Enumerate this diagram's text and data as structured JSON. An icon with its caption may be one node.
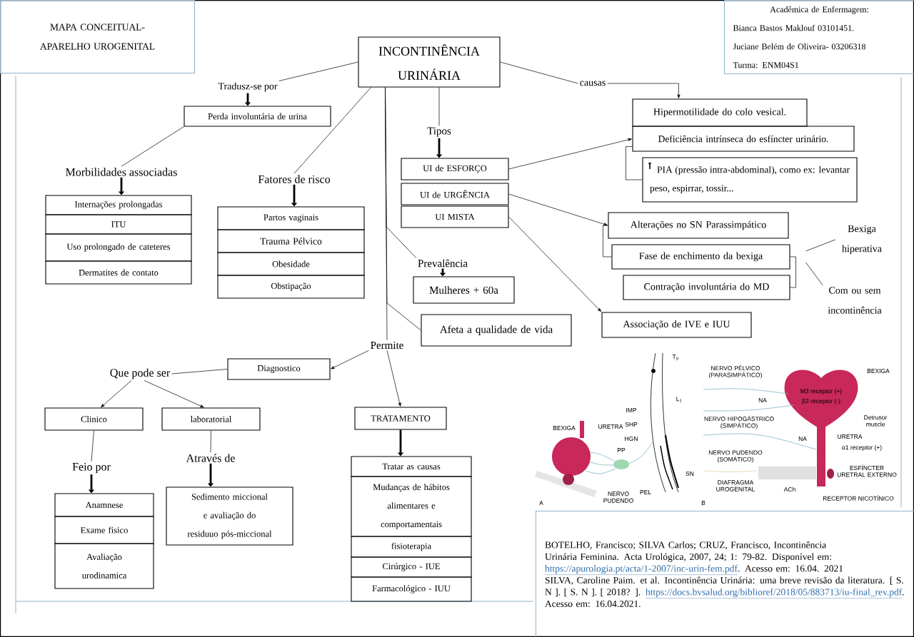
{
  "diagram": {
    "nodes": [
      {
        "text": [
          "MAPA CONCEITUAL- APARELHO UROGENITAL"
        ]
      },
      {
        "text": [
          "Acadêmica de Enfermagem:",
          "Bianca Bastos Maklouf 03101451.",
          "Juciane Belém de Oliveira- 03206318",
          "Turma: ENM04S1"
        ]
      },
      {
        "text": [
          "INCONTINÊNCIA URINÁRIA"
        ]
      },
      {
        "text": [
          "Tradusz-se por"
        ]
      },
      {
        "text": [
          "Perda involuntária de urina"
        ]
      },
      {
        "text": [
          "Morbilidades associadas"
        ]
      },
      {
        "text": [
          "Internações prolongadas"
        ]
      },
      {
        "text": [
          "ITU"
        ]
      },
      {
        "text": [
          "Uso prolongado de cateteres"
        ]
      },
      {
        "text": [
          "Dermatites de contato"
        ]
      },
      {
        "text": [
          "Fatores de risco"
        ]
      },
      {
        "text": [
          "Partos vaginais"
        ]
      },
      {
        "text": [
          "Trauma Pélvico"
        ]
      },
      {
        "text": [
          "Obesidade"
        ]
      },
      {
        "text": [
          "Obstipação"
        ]
      },
      {
        "text": [
          "Tipos"
        ]
      },
      {
        "text": [
          "UI de ESFORÇO"
        ]
      },
      {
        "text": [
          "UI de URGÊNCIA"
        ]
      },
      {
        "text": [
          "UI MISTA"
        ]
      },
      {
        "text": [
          "causas"
        ]
      },
      {
        "text": [
          "Hipermotilidade do colo vesical."
        ]
      },
      {
        "text": [
          "Deficiência intrínseca do esfíncter urinário."
        ]
      },
      {
        "text": [
          "PIA (pressão intra-abdominal), como ex: levantar peso, espirrar, tossir..."
        ]
      },
      {
        "text": [
          "Alterações no SN Parassimpático"
        ]
      },
      {
        "text": [
          "Fase de enchimento da bexiga"
        ]
      },
      {
        "text": [
          "Contração involuntária do MD"
        ]
      },
      {
        "text": [
          "Associação de IVE e IUU"
        ]
      },
      {
        "text": [
          "Bexiga hiperativa"
        ]
      },
      {
        "text": [
          "Com ou sem incontinência"
        ]
      },
      {
        "text": [
          "Prevalência"
        ]
      },
      {
        "text": [
          "Mulheres + 60a"
        ]
      },
      {
        "text": [
          "Afeta a qualidade de vida"
        ]
      },
      {
        "text": [
          "Permite"
        ]
      },
      {
        "text": [
          "Diagnostico"
        ]
      },
      {
        "text": [
          "Que pode ser"
        ]
      },
      {
        "text": [
          "Clinico"
        ]
      },
      {
        "text": [
          "laboratorial"
        ]
      },
      {
        "text": [
          "Feio por"
        ]
      },
      {
        "text": [
          "Anamnese"
        ]
      },
      {
        "text": [
          "Exame físico"
        ]
      },
      {
        "text": [
          "Avaliação urodinamica"
        ]
      },
      {
        "text": [
          "Através de"
        ]
      },
      {
        "text": [
          "Sedimento miccional e avaliação do residuuo pós-miccional"
        ]
      },
      {
        "text": [
          "TRATAMENTO"
        ]
      },
      {
        "text": [
          "Tratar as causas"
        ]
      },
      {
        "text": [
          "Mudanças de hábitos alimentares e comportamentais"
        ]
      },
      {
        "text": [
          "fisioterapia"
        ]
      },
      {
        "text": [
          "Cirúrgico - IUE"
        ]
      },
      {
        "text": [
          "Farmacológico - IUU"
        ]
      },
      {
        "text": [
          "BOTELHO, Francisco; SILVA Carlos; CRUZ, Francisco, Incontinência Urinária Feminina. Acta Urológica, 2007, 24; 1: 79-82. Disponível em:",
          "https://apurologia.pt/acta/1-2007/inc-urin-fem.pdf",
          ". Acesso em: 16.04. 2021",
          "SILVA, Caroline Paim. et al. Incontinência Urinária: uma breve revisão da literatura. [ S. N ]. [ S. N ]. [ 2018? ].",
          "https://docs.bvsalud.org/biblioref/2018/05/883713/iu-final_rev.pdf",
          ". Acesso em: 16.04.2021."
        ]
      }
    ],
    "edges": [
      {
        "from": 2,
        "to": 3,
        "arrow": "none"
      },
      {
        "from": 3,
        "to": 4,
        "arrow": "to",
        "style": "thick"
      },
      {
        "from": 4,
        "to": 5,
        "arrow": "none"
      },
      {
        "from": 5,
        "to": 6,
        "arrow": "to",
        "style": "thick"
      },
      {
        "from": 2,
        "to": 10,
        "arrow": "none"
      },
      {
        "from": 10,
        "to": 11,
        "arrow": "to",
        "style": "thick"
      },
      {
        "from": 2,
        "to": 15,
        "arrow": "none"
      },
      {
        "from": 15,
        "to": 16,
        "arrow": "to",
        "style": "thick"
      },
      {
        "from": 2,
        "to": 19,
        "arrow": "none"
      },
      {
        "from": 19,
        "to": 20,
        "arrow": "to"
      },
      {
        "from": 16,
        "to": 21,
        "arrow": "to"
      },
      {
        "from": 21,
        "to": 22,
        "arrow": "none"
      },
      {
        "from": 17,
        "to": 23,
        "arrow": "to"
      },
      {
        "from": 23,
        "to": 24,
        "arrow": "none"
      },
      {
        "from": 24,
        "to": 25,
        "arrow": "none"
      },
      {
        "from": 18,
        "to": 26,
        "arrow": "to"
      },
      {
        "from": 24,
        "to": 27,
        "arrow": "none"
      },
      {
        "from": 24,
        "to": 28,
        "arrow": "none"
      },
      {
        "from": 2,
        "to": 29,
        "arrow": "none"
      },
      {
        "from": 29,
        "to": 30,
        "arrow": "to",
        "style": "thick"
      },
      {
        "from": 2,
        "to": 31,
        "arrow": "none"
      },
      {
        "from": 2,
        "to": 32,
        "arrow": "none"
      },
      {
        "from": 32,
        "to": 33,
        "arrow": "to"
      },
      {
        "from": 32,
        "to": 43,
        "arrow": "to"
      },
      {
        "from": 33,
        "to": 34,
        "arrow": "none"
      },
      {
        "from": 34,
        "to": 35,
        "arrow": "to"
      },
      {
        "from": 34,
        "to": 36,
        "arrow": "to"
      },
      {
        "from": 35,
        "to": 37,
        "arrow": "none"
      },
      {
        "from": 37,
        "to": 38,
        "arrow": "to",
        "style": "thick"
      },
      {
        "from": 36,
        "to": 41,
        "arrow": "none"
      },
      {
        "from": 41,
        "to": 42,
        "arrow": "to",
        "style": "thick"
      },
      {
        "from": 43,
        "to": 44,
        "arrow": "to",
        "style": "thick"
      }
    ],
    "labels": [
      "T$_{9}$",
      "BEXIGA",
      "NERVO PÉLVICO (PARASIMPÁTICO)",
      "M3 receptor (+)",
      "L$_{1}$",
      "NA",
      "β3 receptor (-)",
      "IMP",
      "NERVO HIPOGÁSTRICO (SIMPÁTICO)",
      "Detrusor muscle",
      "SHP",
      "BEXIGA",
      "URETRA",
      "URETRA",
      "NA",
      "HGN",
      "α1 receptor (+)",
      "PP",
      "NERVO PUDENDO (SOMÁTICO)",
      "SN",
      "ESFÍNCTER URETRAL EXTERNO",
      "ACh",
      "PEL",
      "RECEPTOR NICOTÍNICO",
      "DIAFRAGMA UROGENITAL",
      "NERVO PUDENDO",
      "A",
      "B"
    ]
  }
}
